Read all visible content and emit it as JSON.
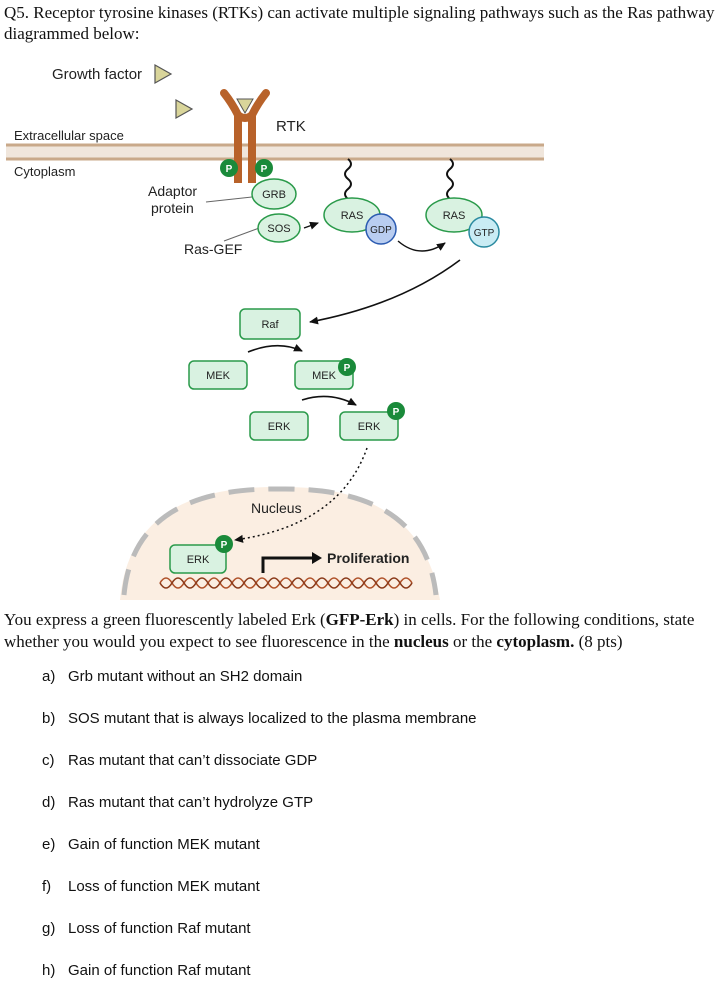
{
  "question": {
    "header": "Q5. Receptor tyrosine kinases (RTKs) can activate multiple signaling pathways such as the Ras pathway diagrammed below:"
  },
  "diagram": {
    "growth_factor_label": "Growth factor",
    "extracellular_label": "Extracellular space",
    "cytoplasm_label": "Cytoplasm",
    "rtk_label": "RTK",
    "adaptor_label_1": "Adaptor",
    "adaptor_label_2": "protein",
    "ras_gef_label": "Ras-GEF",
    "grb": "GRB",
    "sos": "SOS",
    "ras": "RAS",
    "gdp": "GDP",
    "gtp": "GTP",
    "raf": "Raf",
    "mek": "MEK",
    "erk": "ERK",
    "p": "P",
    "nucleus_label": "Nucleus",
    "proliferation_label": "Proliferation",
    "colors": {
      "box_fill": "#d9f2e1",
      "box_stroke": "#2a9a4a",
      "phospho_fill": "#1a8a3a",
      "rtk_brown": "#b8622a",
      "membrane": "#c9a98a",
      "gdp_fill": "#b9cdf0",
      "gtp_fill": "#c9ecf4",
      "nucleus_fill": "#fbeee2",
      "dna": "#b0522a"
    }
  },
  "prompt": {
    "part1": "You express a green fluorescently labeled Erk (",
    "gfp_erk": "GFP-Erk",
    "part2": ") in cells. For the following conditions, state whether you would you expect to see fluorescence in the ",
    "nucleus": "nucleus",
    "part3": " or the ",
    "cytoplasm": "cytoplasm.",
    "part4": " (8 pts)"
  },
  "conditions": [
    {
      "letter": "a)",
      "text": "Grb mutant without an SH2 domain"
    },
    {
      "letter": "b)",
      "text": "SOS mutant that is always localized to the plasma membrane"
    },
    {
      "letter": "c)",
      "text": "Ras mutant that can’t dissociate GDP"
    },
    {
      "letter": "d)",
      "text": "Ras mutant that can’t hydrolyze GTP"
    },
    {
      "letter": "e)",
      "text": "Gain of function MEK mutant"
    },
    {
      "letter": "f)",
      "text": "Loss of function MEK mutant"
    },
    {
      "letter": "g)",
      "text": "Loss of function Raf mutant"
    },
    {
      "letter": "h)",
      "text": "Gain of function Raf mutant"
    }
  ]
}
